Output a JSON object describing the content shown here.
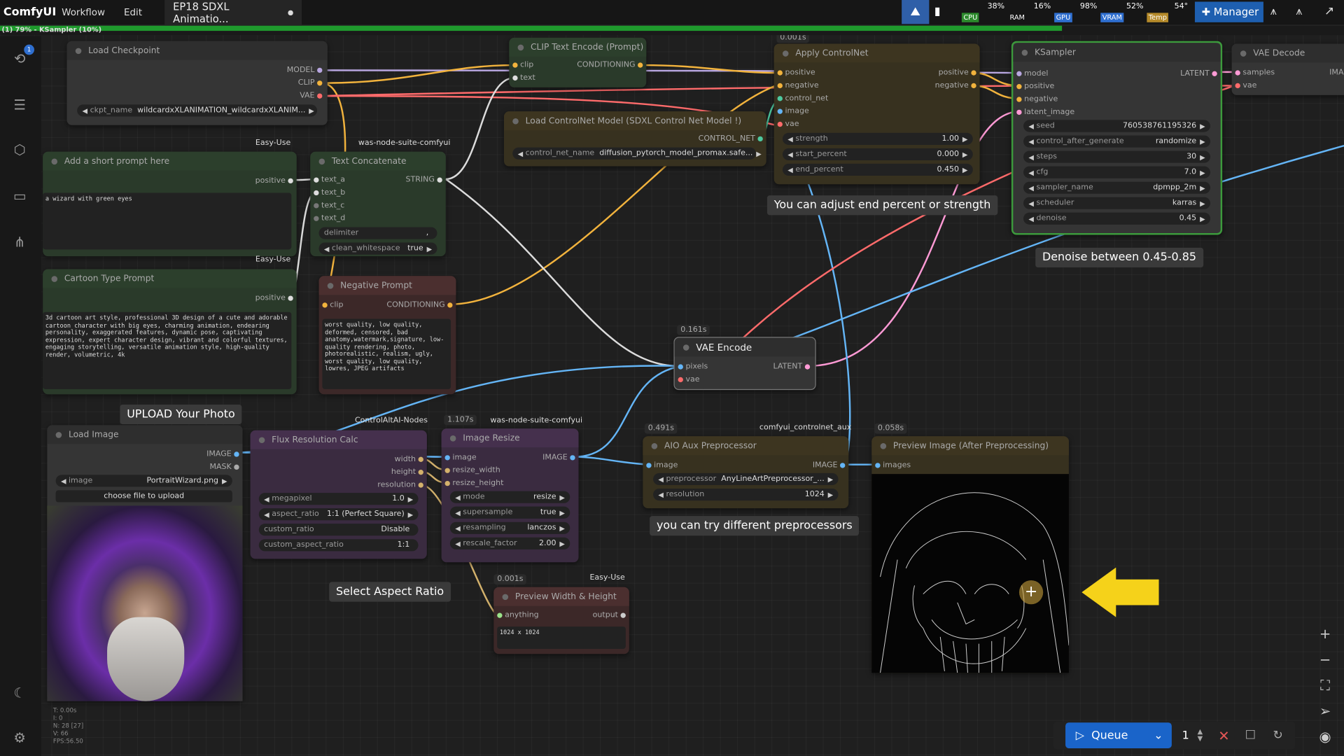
{
  "app": {
    "logo": "ComfyUI",
    "menus": [
      "Workflow",
      "Edit"
    ],
    "tab": "EP18 SDXL Animatio..."
  },
  "status": {
    "progress_text": "(1) 79% - KSampler (10%)",
    "progress": 0.79,
    "cpu": {
      "label": "CPU",
      "value": "38%"
    },
    "ram": {
      "label": "RAM",
      "value": "16%"
    },
    "gpu": {
      "label": "GPU",
      "value": "98%"
    },
    "vram": {
      "label": "VRAM",
      "value": "52%"
    },
    "temp": {
      "label": "Temp",
      "value": "54°"
    },
    "manager": "Manager"
  },
  "nodes": {
    "load_checkpoint": {
      "title": "Load Checkpoint",
      "outputs": [
        "MODEL",
        "CLIP",
        "VAE"
      ],
      "ckpt_label": "ckpt_name",
      "ckpt_value": "wildcardxXLANIMATION_wildcardxXLANIM..."
    },
    "short_prompt": {
      "title": "Add a short prompt here",
      "output": "positive",
      "text": "a wizard with green eyes",
      "tag": "Easy-Use"
    },
    "text_concat": {
      "title": "Text Concatenate",
      "inputs": [
        "text_a",
        "text_b",
        "text_c",
        "text_d"
      ],
      "output": "STRING",
      "delimiter": "delimiter",
      "delimiter_value": ",",
      "clean_label": "clean_whitespace",
      "clean_value": "true",
      "tag": "was-node-suite-comfyui"
    },
    "cartoon": {
      "title": "Cartoon Type Prompt",
      "output": "positive",
      "tag": "Easy-Use",
      "text": "3d cartoon art style, professional 3D design of a cute and adorable cartoon character with big eyes, charming animation, endearing personality, exaggerated features, dynamic pose, captivating expression, expert character design, vibrant and colorful textures, engaging storytelling, versatile animation style, high-quality render, volumetric, 4k"
    },
    "negative": {
      "title": "Negative Prompt",
      "input": "clip",
      "output": "CONDITIONING",
      "text": "worst quality, low quality, deformed, censored, bad anatomy,watermark,signature, low-quality rendering, photo, photorealistic, realism, ugly, worst quality, low quality, lowres, JPEG artifacts"
    },
    "clip_encode": {
      "title": "CLIP Text Encode (Prompt)",
      "inputs": [
        "clip",
        "text"
      ],
      "output": "CONDITIONING"
    },
    "load_controlnet": {
      "title": "Load ControlNet Model (SDXL Control Net Model !)",
      "output": "CONTROL_NET",
      "label": "control_net_name",
      "value": "diffusion_pytorch_model_promax.safe..."
    },
    "apply_controlnet": {
      "title": "Apply ControlNet",
      "timing": "0.001s",
      "inputs": [
        "positive",
        "negative",
        "control_net",
        "image",
        "vae"
      ],
      "outputs": [
        "positive",
        "negative"
      ],
      "widgets": [
        {
          "label": "strength",
          "value": "1.00"
        },
        {
          "label": "start_percent",
          "value": "0.000"
        },
        {
          "label": "end_percent",
          "value": "0.450"
        }
      ]
    },
    "ksampler": {
      "title": "KSampler",
      "inputs": [
        "model",
        "positive",
        "negative",
        "latent_image"
      ],
      "output": "LATENT",
      "widgets": [
        {
          "label": "seed",
          "value": "760538761195326"
        },
        {
          "label": "control_after_generate",
          "value": "randomize"
        },
        {
          "label": "steps",
          "value": "30"
        },
        {
          "label": "cfg",
          "value": "7.0"
        },
        {
          "label": "sampler_name",
          "value": "dpmpp_2m"
        },
        {
          "label": "scheduler",
          "value": "karras"
        },
        {
          "label": "denoise",
          "value": "0.45"
        }
      ]
    },
    "vae_decode": {
      "title": "VAE Decode",
      "inputs": [
        "samples",
        "vae"
      ],
      "output": "IMA"
    },
    "vae_encode": {
      "title": "VAE Encode",
      "timing": "0.161s",
      "inputs": [
        "pixels",
        "vae"
      ],
      "output": "LATENT"
    },
    "load_image": {
      "title": "Load Image",
      "outputs": [
        "IMAGE",
        "MASK"
      ],
      "image_label": "image",
      "image_value": "PortraitWizard.png",
      "upload": "choose file to upload"
    },
    "flux_res": {
      "title": "Flux Resolution Calc",
      "tag": "ControlAltAI-Nodes",
      "outputs": [
        "width",
        "height",
        "resolution"
      ],
      "widgets": [
        {
          "label": "megapixel",
          "value": "1.0"
        },
        {
          "label": "aspect_ratio",
          "value": "1:1 (Perfect Square)"
        },
        {
          "label": "custom_ratio",
          "value": "Disable"
        },
        {
          "label": "custom_aspect_ratio",
          "value": "1:1"
        }
      ]
    },
    "image_resize": {
      "title": "Image Resize",
      "timing": "1.107s",
      "tag": "was-node-suite-comfyui",
      "inputs": [
        "image",
        "resize_width",
        "resize_height"
      ],
      "output": "IMAGE",
      "widgets": [
        {
          "label": "mode",
          "value": "resize"
        },
        {
          "label": "supersample",
          "value": "true"
        },
        {
          "label": "resampling",
          "value": "lanczos"
        },
        {
          "label": "rescale_factor",
          "value": "2.00"
        }
      ]
    },
    "preview_wh": {
      "title": "Preview Width & Height",
      "timing": "0.001s",
      "tag": "Easy-Use",
      "input": "anything",
      "output": "output",
      "text": "1024 x 1024"
    },
    "aio": {
      "title": "AIO Aux Preprocessor",
      "timing": "0.491s",
      "tag": "comfyui_controlnet_aux",
      "input": "image",
      "output": "IMAGE",
      "widgets": [
        {
          "label": "preprocessor",
          "value": "AnyLineArtPreprocessor_..."
        },
        {
          "label": "resolution",
          "value": "1024"
        }
      ]
    },
    "preview_img": {
      "title": "Preview Image (After Preprocessing)",
      "timing": "0.058s",
      "input": "images"
    }
  },
  "notes": {
    "upload": "UPLOAD Your Photo",
    "aspect": "Select Aspect Ratio",
    "endpct": "You can adjust end percent or strength",
    "denoise": "Denoise between 0.45-0.85",
    "preproc": "you can try different preprocessors"
  },
  "debug": [
    "T: 0.00s",
    "I: 0",
    "N: 28 [27]",
    "V: 66",
    "FPS:56.50"
  ],
  "queue": {
    "label": "Queue",
    "count": "1"
  },
  "colors": {
    "accent": "#1a64c9",
    "progress": "#1f9a2d",
    "arrow": "#f5d21a"
  }
}
